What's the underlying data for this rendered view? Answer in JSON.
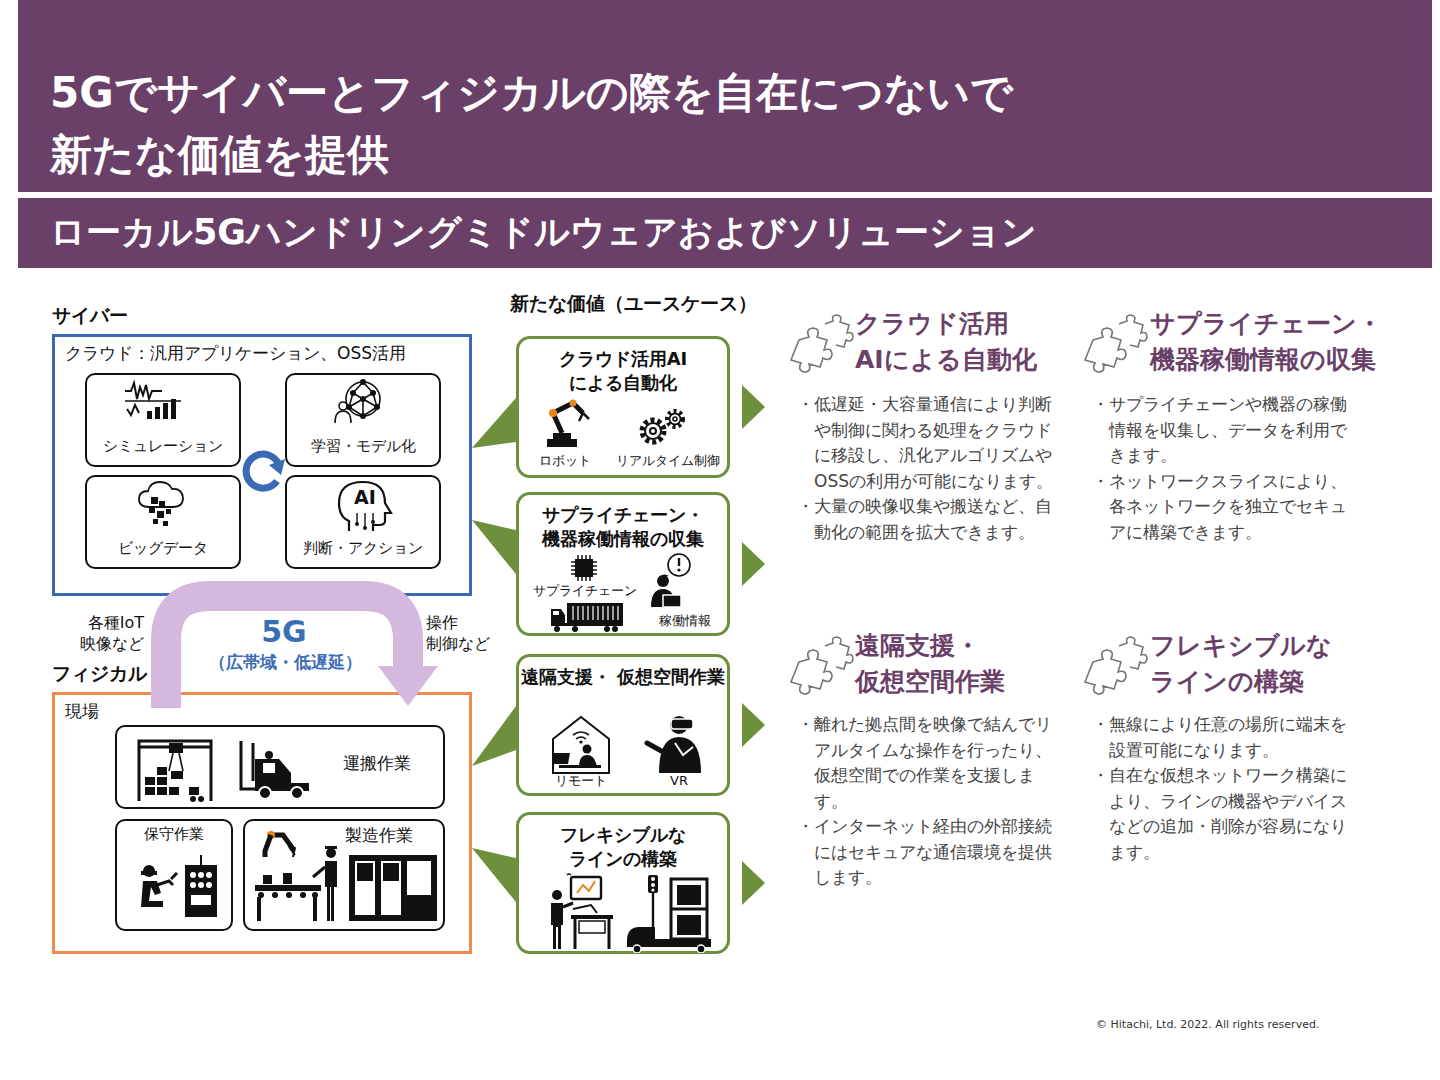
{
  "diagram": {
    "title": "5Gでサイバーとフィジカルの際を自在につないで 新たな価値を提供",
    "nodes": [
      {
        "text": [
          "サイバー",
          "クラウド：汎用アプリケーション、OSS活用"
        ]
      },
      {
        "text": [
          "シミュレーション"
        ],
        "in": 0
      },
      {
        "text": [
          "学習・モデル化"
        ],
        "in": 0
      },
      {
        "text": [
          "ビッグデータ"
        ],
        "in": 0
      },
      {
        "text": [
          "AI",
          "判断・アクション"
        ],
        "in": 0
      },
      {
        "text": [
          "フィジカル",
          "現場"
        ]
      },
      {
        "text": [
          "運搬作業"
        ],
        "in": 5
      },
      {
        "text": [
          "保守作業"
        ],
        "in": 5
      },
      {
        "text": [
          "製造作業"
        ],
        "in": 5
      },
      {
        "text": [
          "クラウド活用AI による自動化",
          "ロボット",
          "リアルタイム制御"
        ]
      },
      {
        "text": [
          "サプライチェーン・ 機器稼働情報の収集",
          "サプライチェーン",
          "稼働情報"
        ]
      },
      {
        "text": [
          "遠隔支援・ 仮想空間作業",
          "リモート",
          "VR"
        ]
      },
      {
        "text": [
          "フレキシブルな ラインの構築"
        ]
      }
    ],
    "edges": [
      {
        "from": 0,
        "to": 9,
        "arrow": "none"
      },
      {
        "from": 0,
        "to": 10,
        "arrow": "none"
      },
      {
        "from": 5,
        "to": 11,
        "arrow": "none"
      },
      {
        "from": 5,
        "to": 12,
        "arrow": "none"
      }
    ],
    "labels": [
      "ローカル5Gハンドリングミドルウェアおよびソリューション",
      "新たな価値（ユースケース）",
      "5G",
      "（広帯域・低遅延）",
      "各種IoT 映像など",
      "操作 制御など",
      "クラウド活用 AIによる自動化",
      "・低遅延・大容量通信により判断や制御に関わる処理をクラウドに移設し、汎化アルゴリズムやOSSの利用が可能になります。",
      "・大量の映像収集や搬送など、自動化の範囲を拡大できます。",
      "サプライチェーン・ 機器稼働情報の収集",
      "・サプライチェーンや機器の稼働情報を収集し、データを利用できます。",
      "・ネットワークスライスにより、各ネットワークを独立でセキュアに構築できます。",
      "遠隔支援・ 仮想空間作業",
      "・離れた拠点間を映像で結んでリアルタイムな操作を行ったり、仮想空間での作業を支援します。",
      "・インターネット経由の外部接続にはセキュアな通信環境を提供します。",
      "フレキシブルな ラインの構築",
      "・無線により任意の場所に端末を設置可能になります。",
      "・自在な仮想ネットワーク構築により、ラインの機器やデバイスなどの追加・削除が容易になります。",
      "© Hitachi, Ltd. 2022. All rights reserved."
    ]
  }
}
